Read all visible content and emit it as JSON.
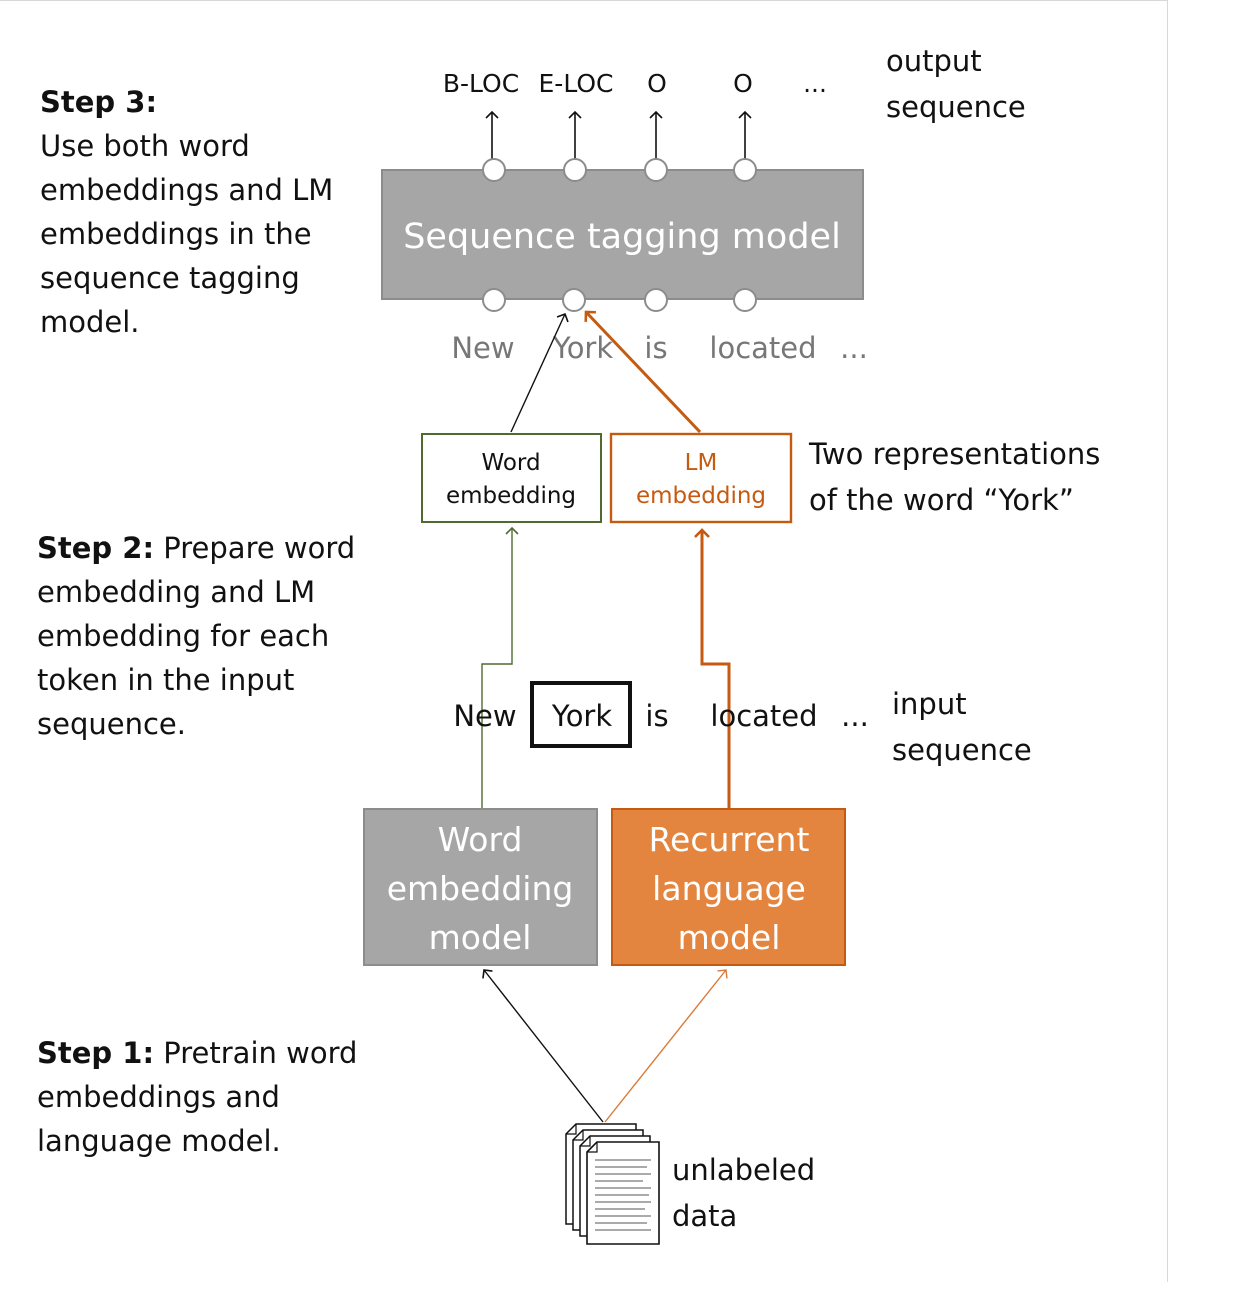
{
  "step3": {
    "heading": "Step 3:",
    "lines": [
      "Use both word",
      "embeddings and LM",
      "embeddings in the",
      "sequence tagging",
      "model."
    ]
  },
  "step2": {
    "heading": "Step 2:",
    "first_line_rest": " Prepare word",
    "lines": [
      "embedding and LM",
      "embedding for each",
      "token in the input",
      "sequence."
    ]
  },
  "step1": {
    "heading": "Step 1:",
    "first_line_rest": " Pretrain word",
    "lines": [
      "embeddings and",
      "language model."
    ]
  },
  "output_labels": [
    "B-LOC",
    "E-LOC",
    "O",
    "O",
    "..."
  ],
  "output_sequence_label": [
    "output",
    "sequence"
  ],
  "tagging_model_label": "Sequence tagging model",
  "tagger_input_tokens": [
    "New",
    "York",
    "is",
    "located",
    "..."
  ],
  "word_embedding_box": [
    "Word",
    "embedding"
  ],
  "lm_embedding_box": [
    "LM",
    "embedding"
  ],
  "two_representations_label": [
    "Two representations",
    "of the word “York”"
  ],
  "input_tokens": [
    "New",
    "York",
    "is",
    "located",
    "..."
  ],
  "input_sequence_label": [
    "input",
    "sequence"
  ],
  "word_embedding_model": [
    "Word",
    "embedding",
    "model"
  ],
  "recurrent_lm": [
    "Recurrent",
    "language",
    "model"
  ],
  "unlabeled_data_label": [
    "unlabeled",
    "data"
  ],
  "colors": {
    "gray_box": "#a6a6a6",
    "gray_border": "#8c8c8c",
    "orange": "#e3843f",
    "orange_border": "#c55a11",
    "orange_text": "#c55a11",
    "green_border": "#4f6b2f",
    "token_gray": "#777777"
  }
}
